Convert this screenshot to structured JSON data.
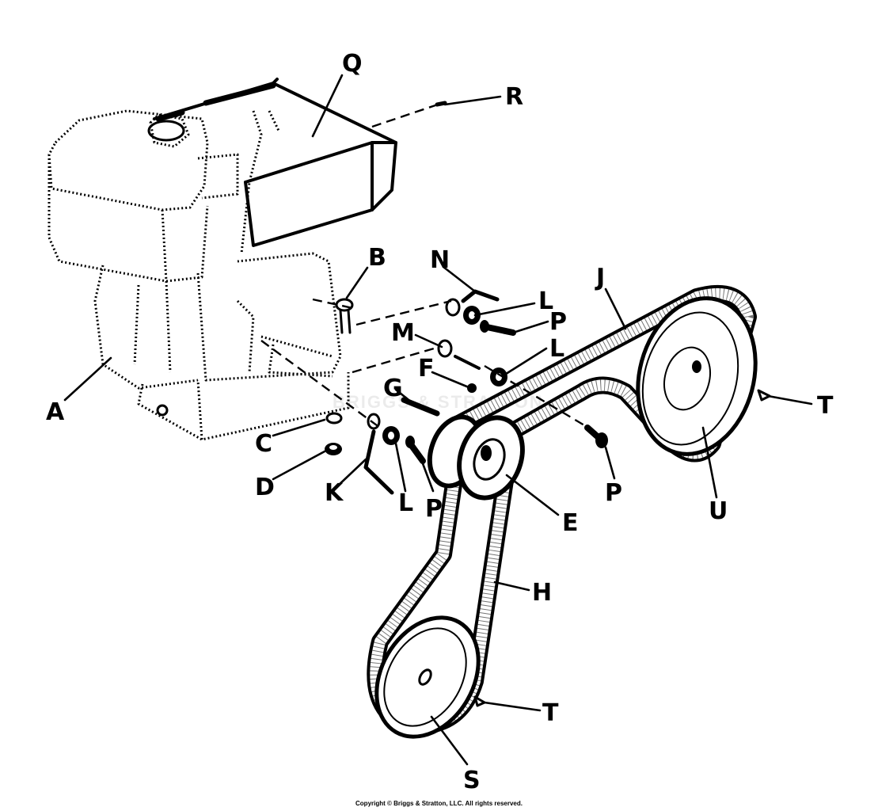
{
  "diagram": {
    "labels": {
      "A": "A",
      "B": "B",
      "C": "C",
      "D": "D",
      "E": "E",
      "F": "F",
      "G": "G",
      "H": "H",
      "J": "J",
      "K": "K",
      "L": "L",
      "M": "M",
      "N": "N",
      "P": "P",
      "Q": "Q",
      "R": "R",
      "S": "S",
      "T": "T",
      "U": "U"
    },
    "watermark": "Briggs & Stratton",
    "copyright": "Copyright © Briggs & Stratton, LLC. All rights reserved."
  }
}
